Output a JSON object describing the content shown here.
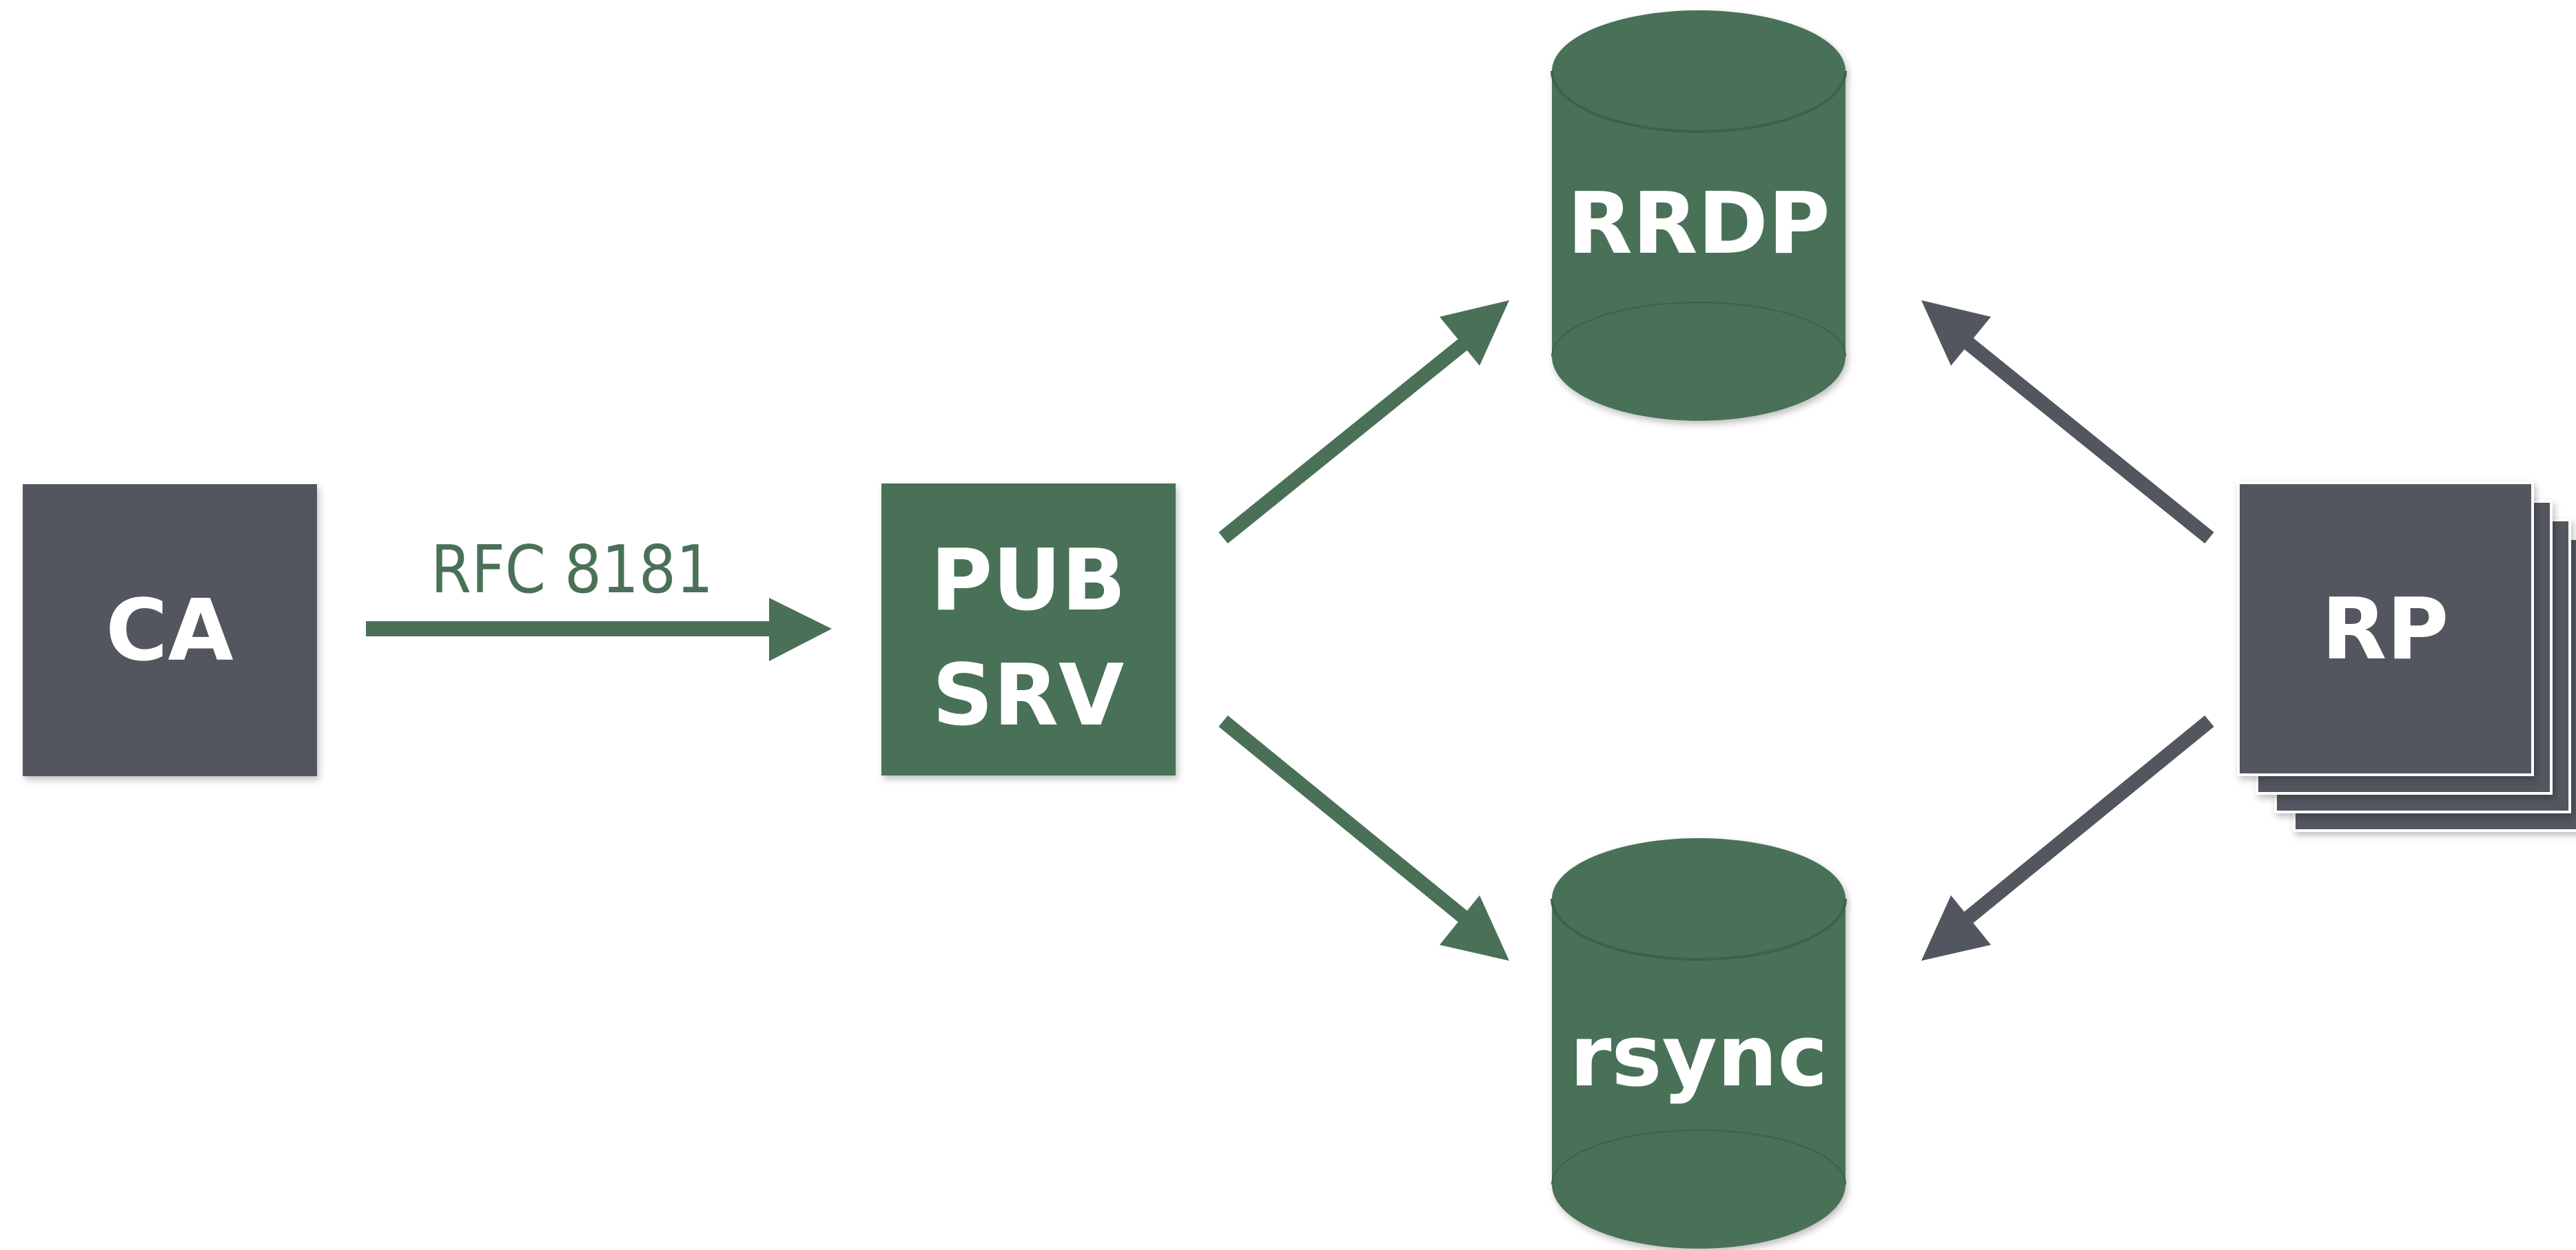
{
  "colors": {
    "green": "#4a7158",
    "green_dark": "#3f6149",
    "gray": "#52575f",
    "white": "#ffffff"
  },
  "nodes": {
    "ca": {
      "label": "CA"
    },
    "pub_srv": {
      "line1": "PUB",
      "line2": "SRV"
    },
    "rrdp": {
      "label": "RRDP"
    },
    "rsync": {
      "label": "rsync"
    },
    "rp": {
      "label": "RP"
    }
  },
  "edges": {
    "ca_to_pub": {
      "label": "RFC 8181"
    }
  }
}
